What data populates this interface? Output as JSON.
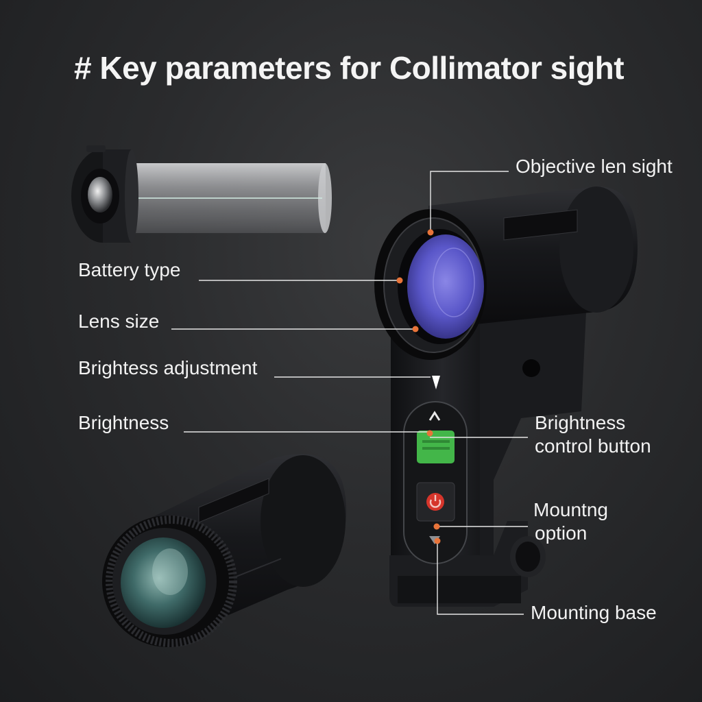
{
  "title": "# Key parameters for Collimator sight",
  "labels": {
    "objective": "Objective len sight",
    "battery": "Battery type",
    "lens_size": "Lens size",
    "brightess_adjustment": "Brightess adjustment",
    "brightness": "Brightness",
    "control_line1": "Brightness",
    "control_line2": "control button",
    "mounting_line1": "Mountng",
    "mounting_line2": "option",
    "mounting_base": "Mounting base"
  },
  "colors": {
    "callout_dot": "#e8743a",
    "lens_blue": "#5a57c9",
    "button_green": "#43b649",
    "button_red": "#d6352b",
    "body": "#17181a"
  },
  "icons": {
    "up": "up-arrow-icon",
    "down": "down-arrow-icon",
    "power": "power-icon"
  }
}
